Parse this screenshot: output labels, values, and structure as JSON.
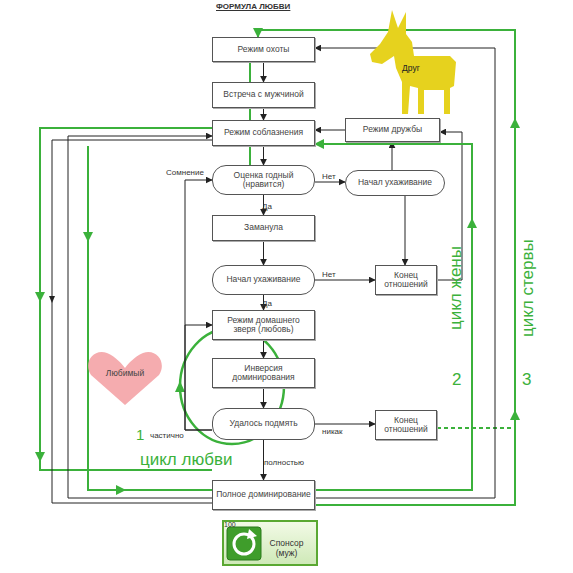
{
  "diagram": {
    "title": "ФОРМУЛА ЛЮБВИ",
    "nodes": [
      {
        "text": [
          "Режим охоты"
        ]
      },
      {
        "text": [
          "Встреча с мужчиной"
        ]
      },
      {
        "text": [
          "Режим соблазнения"
        ]
      },
      {
        "text": [
          "Режим дружбы"
        ]
      },
      {
        "text": [
          "Оценка годный (нравится)"
        ]
      },
      {
        "text": [
          "Начал ухаживание"
        ]
      },
      {
        "text": [
          "Заманула"
        ]
      },
      {
        "text": [
          "Начал ухаживание"
        ]
      },
      {
        "text": [
          "Конец отношений"
        ]
      },
      {
        "text": [
          "Режим домашнего зверя (любовь)"
        ]
      },
      {
        "text": [
          "Инверсия доминирования"
        ]
      },
      {
        "text": [
          "Удалось подмять"
        ]
      },
      {
        "text": [
          "Конец отношений"
        ]
      },
      {
        "text": [
          "Полное доминирование"
        ]
      },
      {
        "text": [
          "Спонсор (муж)"
        ]
      },
      {
        "text": [
          "Друг"
        ]
      },
      {
        "text": [
          "Любимый"
        ]
      }
    ],
    "edges": [
      {
        "from": 0,
        "to": 1,
        "arrow": "to"
      },
      {
        "from": 1,
        "to": 2,
        "arrow": "to"
      },
      {
        "from": 2,
        "to": 4,
        "arrow": "to"
      },
      {
        "from": 4,
        "to": 5,
        "label": "Нет",
        "arrow": "to"
      },
      {
        "from": 4,
        "to": 6,
        "label": "Да",
        "arrow": "to"
      },
      {
        "from": 5,
        "to": 3,
        "arrow": "to"
      },
      {
        "from": 3,
        "to": 2,
        "arrow": "to"
      },
      {
        "from": 5,
        "to": 8,
        "arrow": "to"
      },
      {
        "from": 6,
        "to": 7,
        "arrow": "to"
      },
      {
        "from": 7,
        "to": 8,
        "label": "Нет",
        "arrow": "to"
      },
      {
        "from": 7,
        "to": 9,
        "label": "Да",
        "arrow": "to"
      },
      {
        "from": 9,
        "to": 10,
        "arrow": "to"
      },
      {
        "from": 10,
        "to": 11,
        "arrow": "to"
      },
      {
        "from": 11,
        "to": 12,
        "label": "никак",
        "arrow": "to"
      },
      {
        "from": 11,
        "to": 13,
        "label": "полностью",
        "arrow": "to"
      },
      {
        "from": 11,
        "to": 9,
        "label": "частично",
        "arrow": "to"
      },
      {
        "from": 11,
        "to": 4,
        "label": "Сомнение",
        "arrow": "to"
      },
      {
        "from": 13,
        "to": 2,
        "arrow": "to"
      },
      {
        "from": 13,
        "to": 0,
        "arrow": "to"
      },
      {
        "from": 8,
        "to": 3,
        "arrow": "to"
      },
      {
        "from": 13,
        "to": 2,
        "arrow": "to"
      },
      {
        "from": 13,
        "to": 0,
        "arrow": "to"
      }
    ],
    "labels": [
      "1",
      "цикл любви",
      "2",
      "цикл жены",
      "3",
      "цикл стервы",
      "100"
    ]
  }
}
